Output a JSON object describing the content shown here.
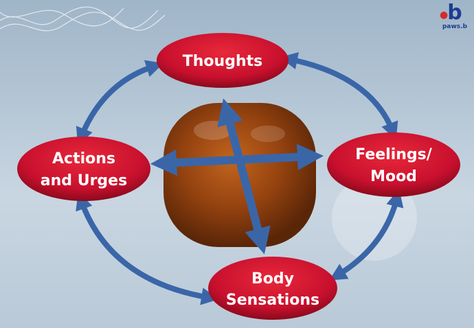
{
  "nodes": {
    "thoughts": "Thoughts",
    "feelings_line1": "Feelings/",
    "feelings_line2": "Mood",
    "body_line1": "Body",
    "body_line2": "Sensations",
    "actions_line1": "Actions",
    "actions_line2": "and Urges"
  },
  "logo": {
    "letter": "b",
    "text": "paws.b"
  },
  "colors": {
    "node_fill": "#c8102e",
    "arrow": "#3a66a8",
    "bun": "#8a3b10"
  },
  "icons": [
    "paw-icon",
    "hot-cross-bun-image"
  ]
}
